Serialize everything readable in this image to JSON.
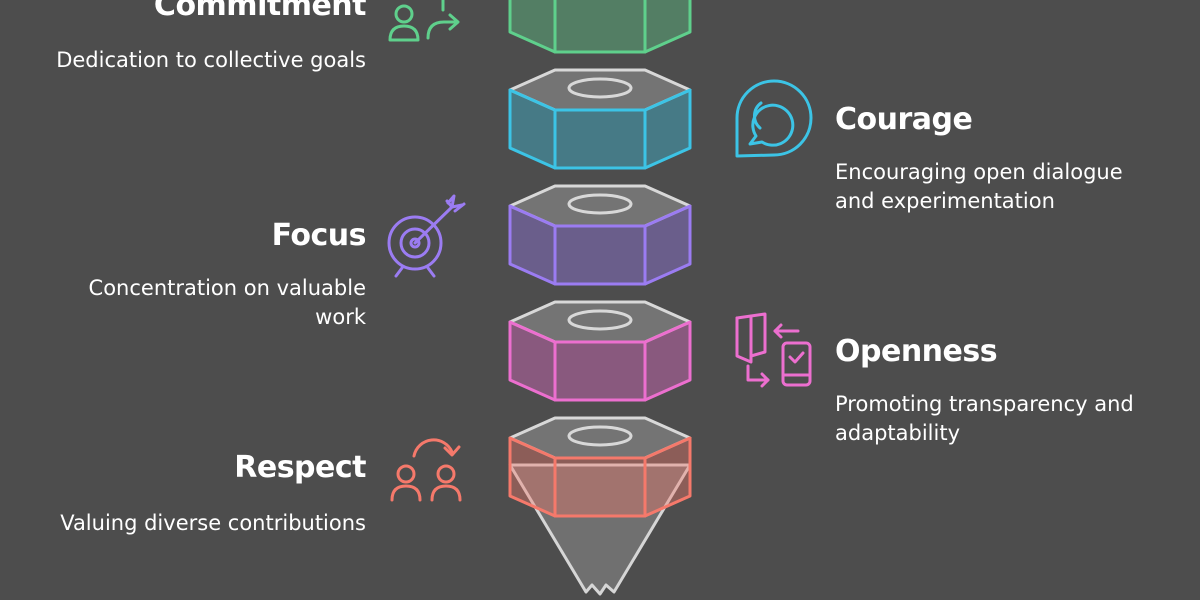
{
  "colors": {
    "background": "#4d4d4d",
    "commitment": "#5fd08c",
    "courage": "#3cc4e6",
    "focus": "#9b7cf2",
    "openness": "#ec6fcf",
    "respect": "#f5796b",
    "funnel": "#cfcfcf"
  },
  "values": [
    {
      "id": "commitment",
      "title": "Commitment",
      "description": "Dedication to collective goals",
      "icon": "people-commitment-icon",
      "side": "left"
    },
    {
      "id": "courage",
      "title": "Courage",
      "description": "Encouraging open dialogue and experimentation",
      "icon": "chat-bubble-icon",
      "side": "right"
    },
    {
      "id": "focus",
      "title": "Focus",
      "description": "Concentration on valuable work",
      "icon": "target-icon",
      "side": "left"
    },
    {
      "id": "openness",
      "title": "Openness",
      "description": "Promoting transparency and adaptability",
      "icon": "devices-sync-icon",
      "side": "right"
    },
    {
      "id": "respect",
      "title": "Respect",
      "description": "Valuing diverse contributions",
      "icon": "people-exchange-icon",
      "side": "left"
    }
  ]
}
